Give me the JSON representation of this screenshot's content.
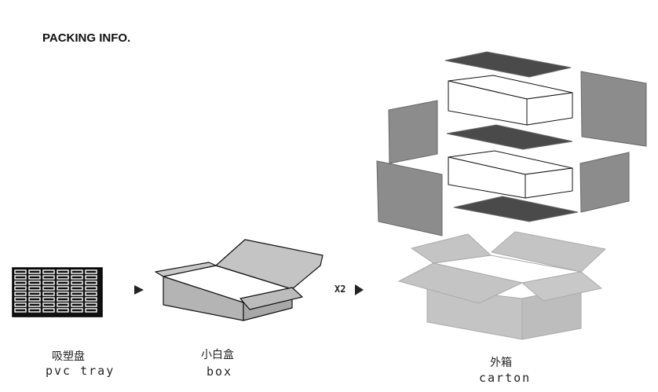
{
  "title": "PACKING INFO.",
  "labels": {
    "tray_zh": "吸塑盘",
    "tray_en": "pvc tray",
    "box_zh": "小白盒",
    "box_en": "box",
    "carton_zh": "外箱",
    "carton_en": "carton"
  },
  "multiplier": "X2",
  "colors": {
    "dark_panel": "#4a4a4a",
    "mid_panel": "#8c8c8c",
    "light_carton": "#c4c4c4",
    "box_side": "#b4b4b4",
    "tray": "#111111"
  }
}
